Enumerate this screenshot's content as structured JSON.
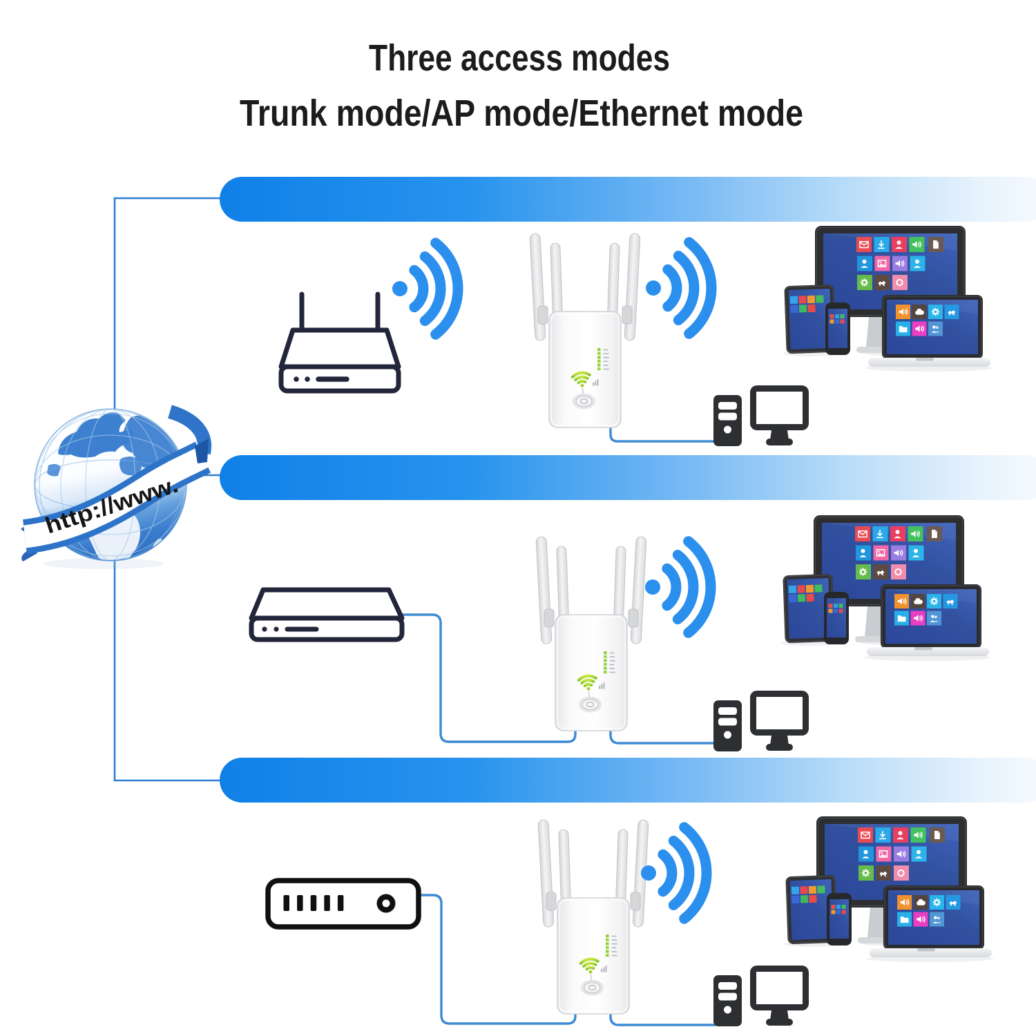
{
  "title": {
    "line1": "Three access modes",
    "line2": "Trunk mode/AP mode/Ethernet mode"
  },
  "globe": {
    "label": "http://www.",
    "icon": "internet-globe-icon"
  },
  "palette": {
    "bar_blue_left": "#1080e8",
    "bar_blue_right": "#f2f8fe",
    "wifi_blue": "#2b8fee",
    "connector_blue": "#2e7ed2",
    "cable_blue": "#3d8ad2",
    "outline_dark_navy": "#23263a",
    "outline_black": "#101012",
    "computer_dark": "#2d2f32",
    "repeater_white": "#ffffff",
    "led_green": "#8fd133",
    "wifi_logo_green": "#9ad32e",
    "screen_blue": "#32519f",
    "title_color": "#1c1c1e"
  },
  "rows": [
    {
      "mode": "Trunk mode",
      "source_device": "wifi-router-icon",
      "uplink_to_repeater": "wireless",
      "repeater": "wifi-repeater-icon",
      "downlink": "wireless",
      "clients": [
        "desktop-computer-icon",
        "devices-cluster-icon"
      ]
    },
    {
      "mode": "AP mode",
      "source_device": "modem-box-icon",
      "uplink_to_repeater": "ethernet-cable",
      "repeater": "wifi-repeater-icon",
      "downlink": "wireless",
      "clients": [
        "desktop-computer-icon",
        "devices-cluster-icon"
      ]
    },
    {
      "mode": "Ethernet mode",
      "source_device": "ethernet-modem-icon",
      "uplink_to_repeater": "ethernet-cable",
      "repeater": "wifi-repeater-icon",
      "downlink": "wireless",
      "clients": [
        "desktop-computer-icon",
        "devices-cluster-icon"
      ]
    }
  ]
}
